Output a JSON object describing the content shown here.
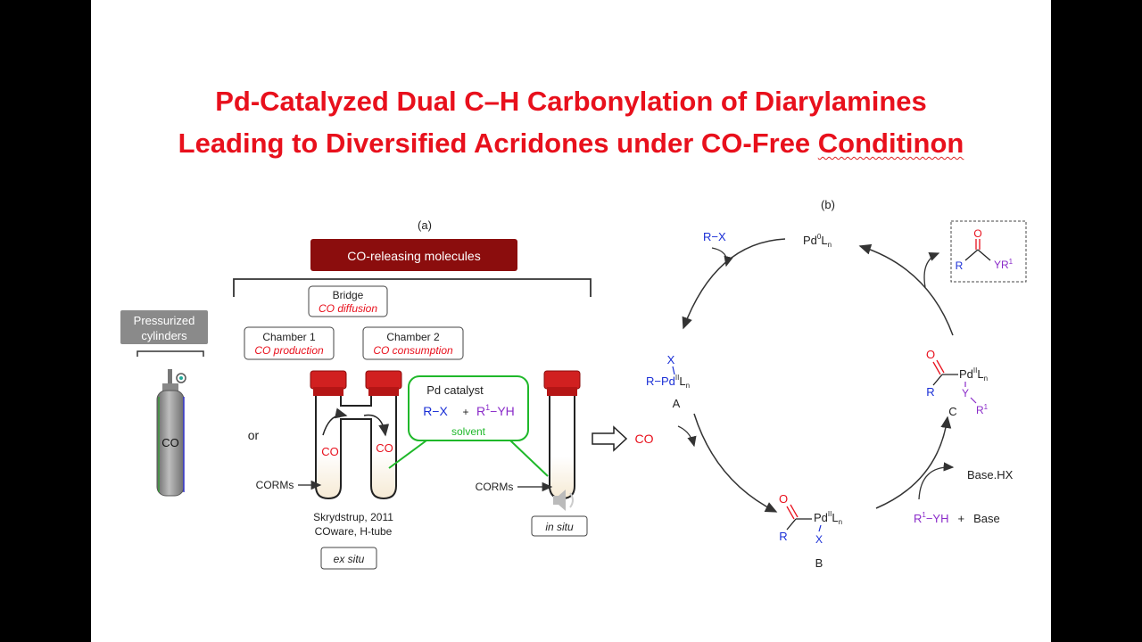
{
  "title": {
    "line1": "Pd-Catalyzed Dual C–H Carbonylation of Diarylamines",
    "line2_a": "Leading to Diversified Acridones under CO-Free ",
    "line2_b": "Conditinon"
  },
  "panel_a": {
    "label": "(a)",
    "corm_header": "CO-releasing molecules",
    "pressurized": [
      "Pressurized",
      "cylinders"
    ],
    "cylinder_label": "CO",
    "or": "or",
    "bridge": {
      "title": "Bridge",
      "sub": "CO diffusion"
    },
    "chamber1": {
      "title": "Chamber 1",
      "sub": "CO production"
    },
    "chamber2": {
      "title": "Chamber 2",
      "sub": "CO consumption"
    },
    "co_left": "CO",
    "co_right": "CO",
    "corms_left": "CORMs",
    "corms_right": "CORMs",
    "reference": [
      "Skrydstrup, 2011",
      "COware, H-tube"
    ],
    "ex_situ": "ex situ",
    "in_situ": "in situ",
    "callout": {
      "title": "Pd catalyst",
      "rx": "R−X",
      "plus": "+",
      "r1": "R",
      "r1_sup": "1",
      "yh": "−YH",
      "solvent": "solvent"
    },
    "arrow_co": "CO"
  },
  "panel_b": {
    "label": "(b)",
    "top_pd": {
      "base": "Pd",
      "sup": "0",
      "l": "L",
      "sub": "n"
    },
    "rx": "R−X",
    "product": {
      "o": "O",
      "r": "R",
      "yr": "YR",
      "sup": "1"
    },
    "A": {
      "x": "X",
      "r": "R−Pd",
      "sup": "II",
      "l": "L",
      "sub": "n",
      "label": "A"
    },
    "B": {
      "o": "O",
      "r": "R",
      "pd": "Pd",
      "sup": "II",
      "l": "L",
      "sub": "n",
      "x": "X",
      "label": "B"
    },
    "C": {
      "o": "O",
      "r": "R",
      "pd": "Pd",
      "sup": "II",
      "l": "L",
      "sub": "n",
      "y": "Y",
      "r1": "R",
      "r1sup": "1",
      "label": "C"
    },
    "base_hx": "Base.HX",
    "reagents": {
      "r1": "R",
      "sup": "1",
      "yh": "−YH",
      "plus": "+",
      "base": "Base"
    }
  },
  "colors": {
    "title": "#e8101c",
    "red": "#e8101c",
    "blue": "#1a2fd6",
    "purple": "#8a2bc9",
    "green": "#1fb82a",
    "darkred": "#8b0d0d",
    "gray": "#8a8a8a"
  }
}
